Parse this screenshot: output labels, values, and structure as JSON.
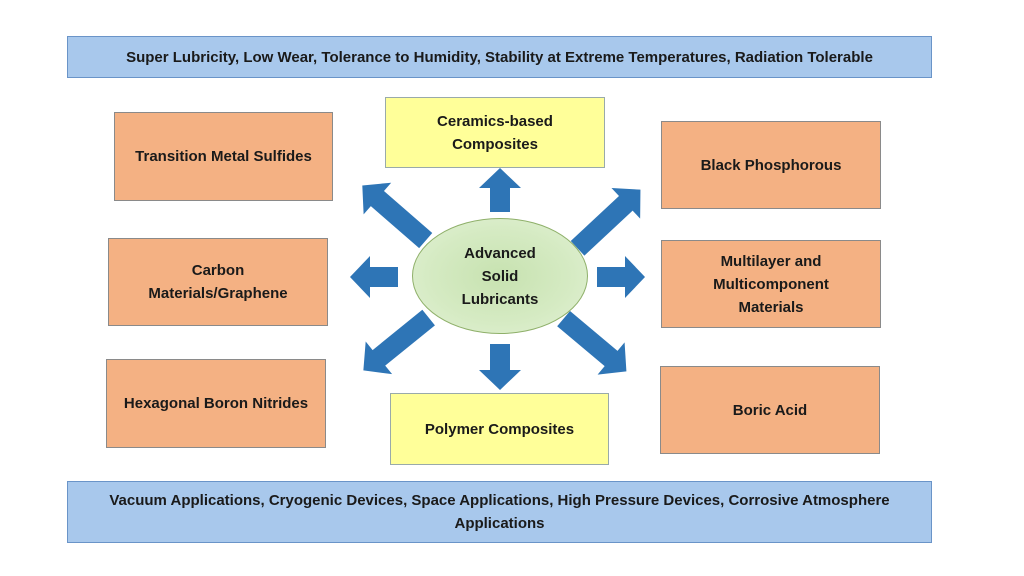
{
  "top_banner": "Super Lubricity,  Low Wear, Tolerance to Humidity, Stability at Extreme Temperatures, Radiation Tolerable",
  "bottom_banner": "Vacuum Applications, Cryogenic Devices, Space Applications, High Pressure Devices, Corrosive Atmosphere Applications",
  "center": "Advanced Solid Lubricants",
  "left": [
    "Transition Metal Sulfides",
    "Carbon Materials/Graphene",
    "Hexagonal Boron Nitrides"
  ],
  "right": [
    "Black Phosphorous",
    "Multilayer and Multicomponent Materials",
    "Boric Acid"
  ],
  "top": "Ceramics-based Composites",
  "bottom": "Polymer Composites",
  "colors": {
    "banner": "#a8c8ec",
    "orange": "#f4b183",
    "yellow": "#ffff99",
    "arrow": "#2e75b6",
    "ellipse": "#d6ebc4"
  }
}
